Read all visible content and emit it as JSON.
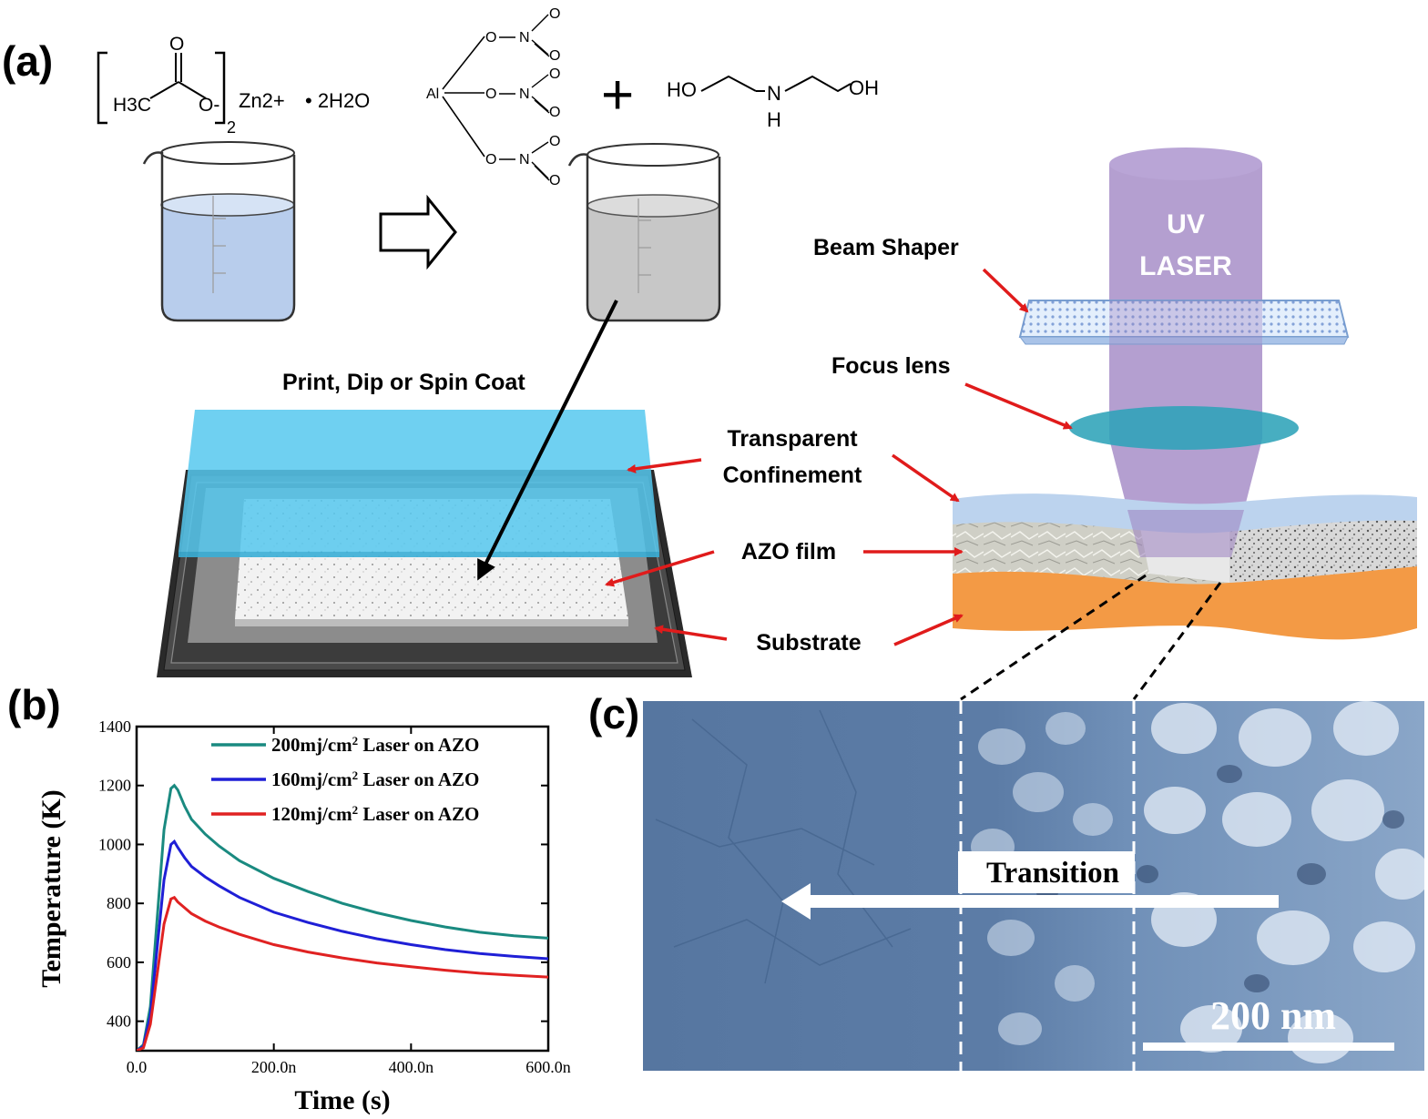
{
  "panel_labels": {
    "a": "(a)",
    "b": "(b)",
    "c": "(c)"
  },
  "chemistry": {
    "h3c": "H3C",
    "o_top": "O",
    "o_minus": "O-",
    "sub2": "2",
    "zn": "Zn2+",
    "water": "• 2H2O",
    "al": "Al",
    "nitrate_o": "O",
    "nitrate_n": "N",
    "plus": "+",
    "ho": "HO",
    "oh": "OH",
    "nh_n": "N",
    "nh_h": "H"
  },
  "labels": {
    "process": "Print, Dip or Spin Coat",
    "beam_shaper": "Beam Shaper",
    "uv_laser_line1": "UV",
    "uv_laser_line2": "LASER",
    "focus_lens": "Focus lens",
    "confinement_line1": "Transparent",
    "confinement_line2": "Confinement",
    "azo_film": "AZO film",
    "substrate": "Substrate",
    "transition": "Transition",
    "scale_bar": "200 nm"
  },
  "colors": {
    "liquid_blue": "#b8cdec",
    "liquid_grey": "#c7c7c7",
    "laser_purple": "#9b7fc0",
    "lens_teal": "#3aa0b5",
    "confinement_blue": "#bcd3ee",
    "substrate_orange": "#f39a45",
    "arrow_red": "#e01b1b",
    "sem_blue": "#5a7fa8"
  },
  "chart_data": {
    "type": "line",
    "xlabel": "Time (s)",
    "ylabel": "Temperature (K)",
    "xlim": [
      0,
      600
    ],
    "ylim": [
      300,
      1400
    ],
    "x_ticks": [
      "0.0",
      "200.0n",
      "400.0n",
      "600.0n"
    ],
    "y_ticks": [
      "400",
      "600",
      "800",
      "1000",
      "1200",
      "1400"
    ],
    "legend_position": "top-right",
    "series": [
      {
        "name": "200mj/cm2 Laser on AZO",
        "color": "#1a8a80",
        "x": [
          0,
          10,
          20,
          30,
          40,
          50,
          55,
          60,
          70,
          80,
          100,
          120,
          150,
          200,
          250,
          300,
          350,
          400,
          450,
          500,
          550,
          600
        ],
        "values": [
          300,
          320,
          450,
          750,
          1050,
          1190,
          1200,
          1185,
          1130,
          1085,
          1035,
          995,
          945,
          885,
          840,
          800,
          768,
          742,
          720,
          702,
          690,
          682
        ]
      },
      {
        "name": "160mj/cm2 Laser on AZO",
        "color": "#1f1fd6",
        "x": [
          0,
          10,
          20,
          30,
          40,
          50,
          55,
          60,
          70,
          80,
          100,
          120,
          150,
          200,
          250,
          300,
          350,
          400,
          450,
          500,
          550,
          600
        ],
        "values": [
          300,
          315,
          420,
          650,
          880,
          1000,
          1010,
          990,
          955,
          925,
          890,
          860,
          820,
          770,
          735,
          705,
          680,
          660,
          643,
          630,
          620,
          612
        ]
      },
      {
        "name": "120mj/cm2 Laser on AZO",
        "color": "#e02222",
        "x": [
          0,
          10,
          20,
          30,
          40,
          50,
          55,
          60,
          70,
          80,
          100,
          120,
          150,
          200,
          250,
          300,
          350,
          400,
          450,
          500,
          550,
          600
        ],
        "values": [
          300,
          310,
          390,
          560,
          730,
          815,
          820,
          805,
          785,
          765,
          740,
          720,
          695,
          660,
          635,
          615,
          598,
          585,
          573,
          563,
          556,
          550
        ]
      }
    ],
    "legend": [
      {
        "prefix": "200mj/cm",
        "sup": "2",
        "suffix": " Laser on AZO"
      },
      {
        "prefix": "160mj/cm",
        "sup": "2",
        "suffix": " Laser on AZO"
      },
      {
        "prefix": "120mj/cm",
        "sup": "2",
        "suffix": " Laser on AZO"
      }
    ]
  }
}
